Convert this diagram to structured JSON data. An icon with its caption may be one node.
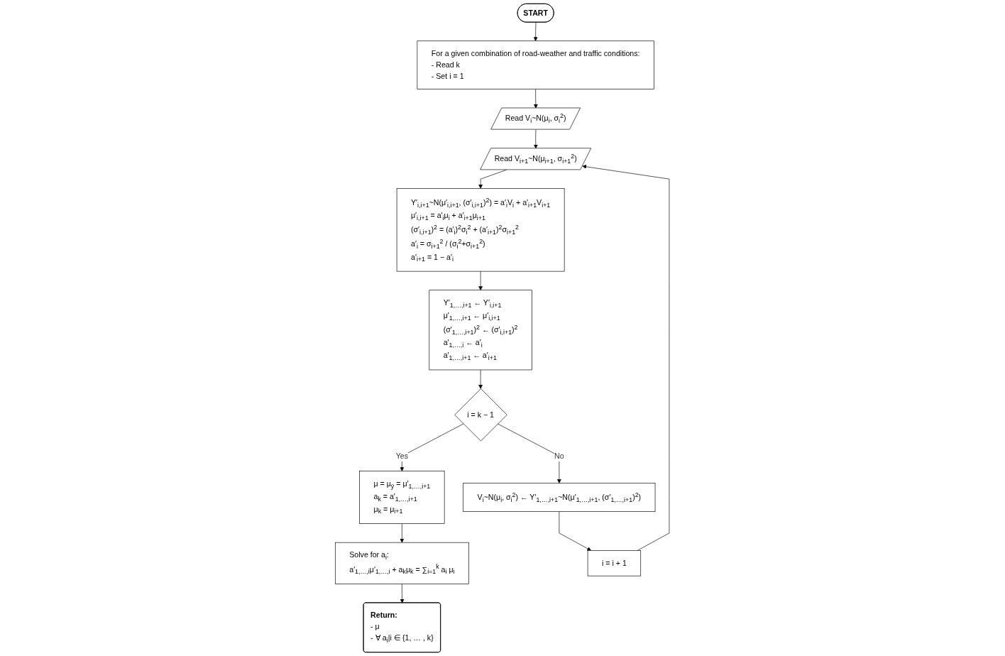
{
  "diagram": {
    "nodes": [
      {
        "text": [
          "START"
        ]
      },
      {
        "text": [
          "For a given combination of road-weather and traffic conditions:",
          "- Read k",
          "- Set i = 1"
        ]
      },
      {
        "text": [
          "Read V$_{i}$~N(μ$_{i}$, σ$_{i}$$^{2}$)"
        ]
      },
      {
        "text": [
          "Read V$_{i+1}$~N(μ$_{i+1}$, σ$_{i+1}$$^{2}$)"
        ]
      },
      {
        "text": [
          "Y′$_{i,i+1}$~N(μ′$_{i,i+1}$, (σ′$_{i,i+1}$)$^{2}$) = a′$_{i}$V$_{i}$ + a′$_{i+1}$V$_{i+1}$",
          "μ′$_{i,i+1}$ = a′$_{i}$μ$_{i}$ + a′$_{i+1}$μ$_{i+1}$",
          "(σ′$_{i,i+1}$)$^{2}$ = (a′$_{i}$)$^{2}$σ$_{i}$$^{2}$ + (a′$_{i+1}$)$^{2}$σ$_{i+1}$$^{2}$",
          "a′$_{i}$ = σ$_{i+1}$$^{2}$ / (σ$_{i}$$^{2}$+σ$_{i+1}$$^{2}$)",
          "a′$_{i+1}$ = 1 − a′$_{i}$"
        ]
      },
      {
        "text": [
          "Y′$_{1,…,i+1}$ ← Y′$_{i,i+1}$",
          "μ′$_{1,…,i+1}$ ← μ′$_{i,i+1}$",
          "(σ′$_{1,…,i+1}$)$^{2}$ ← (σ′$_{i,i+1}$)$^{2}$",
          "a′$_{1,…,i}$ ← a′$_{i}$",
          "a′$_{1,…,i+1}$ ← a′$_{i+1}$"
        ]
      },
      {
        "text": [
          "i = k − 1"
        ]
      },
      {
        "text": [
          "μ = μ$_{ȳ}$ = μ′$_{1,…,i+1}$",
          "a$_{k}$ = a′$_{1,…,i+1}$",
          "μ$_{k}$ = μ$_{i+1}$"
        ]
      },
      {
        "text": [
          "Solve for a$_{i}$:",
          "a′$_{1,…,i}$μ′$_{1,…,i}$ + a$_{k}$μ$_{k}$ = ∑$_{i=1}$$^{k}$ a$_{i}$ μ$_{i}$"
        ]
      },
      {
        "text": [
          "Return:",
          "- μ",
          "- ∀ a$_{i}$|i ∈ {1, … , k}"
        ]
      },
      {
        "text": [
          "V$_{i}$~N(μ$_{i}$, σ$_{i}$$^{2}$) ← Y′$_{1,…,i+1}$~N(μ′$_{1,…,i+1}$, (σ′$_{1,…,i+1}$)$^{2}$)"
        ]
      },
      {
        "text": [
          "i = i + 1"
        ]
      }
    ],
    "edges": [
      {
        "from": 0,
        "to": 1,
        "arrow": "to"
      },
      {
        "from": 1,
        "to": 2,
        "arrow": "to"
      },
      {
        "from": 2,
        "to": 3,
        "arrow": "to"
      },
      {
        "from": 3,
        "to": 4,
        "arrow": "to"
      },
      {
        "from": 4,
        "to": 5,
        "arrow": "to"
      },
      {
        "from": 5,
        "to": 6,
        "arrow": "to"
      },
      {
        "from": 6,
        "to": 7,
        "label": "Yes",
        "arrow": "to"
      },
      {
        "from": 7,
        "to": 8,
        "arrow": "to"
      },
      {
        "from": 8,
        "to": 9,
        "arrow": "to"
      },
      {
        "from": 6,
        "to": 10,
        "label": "No",
        "arrow": "to"
      },
      {
        "from": 10,
        "to": 11,
        "arrow": "to"
      },
      {
        "from": 11,
        "to": 3,
        "arrow": "to"
      }
    ]
  }
}
